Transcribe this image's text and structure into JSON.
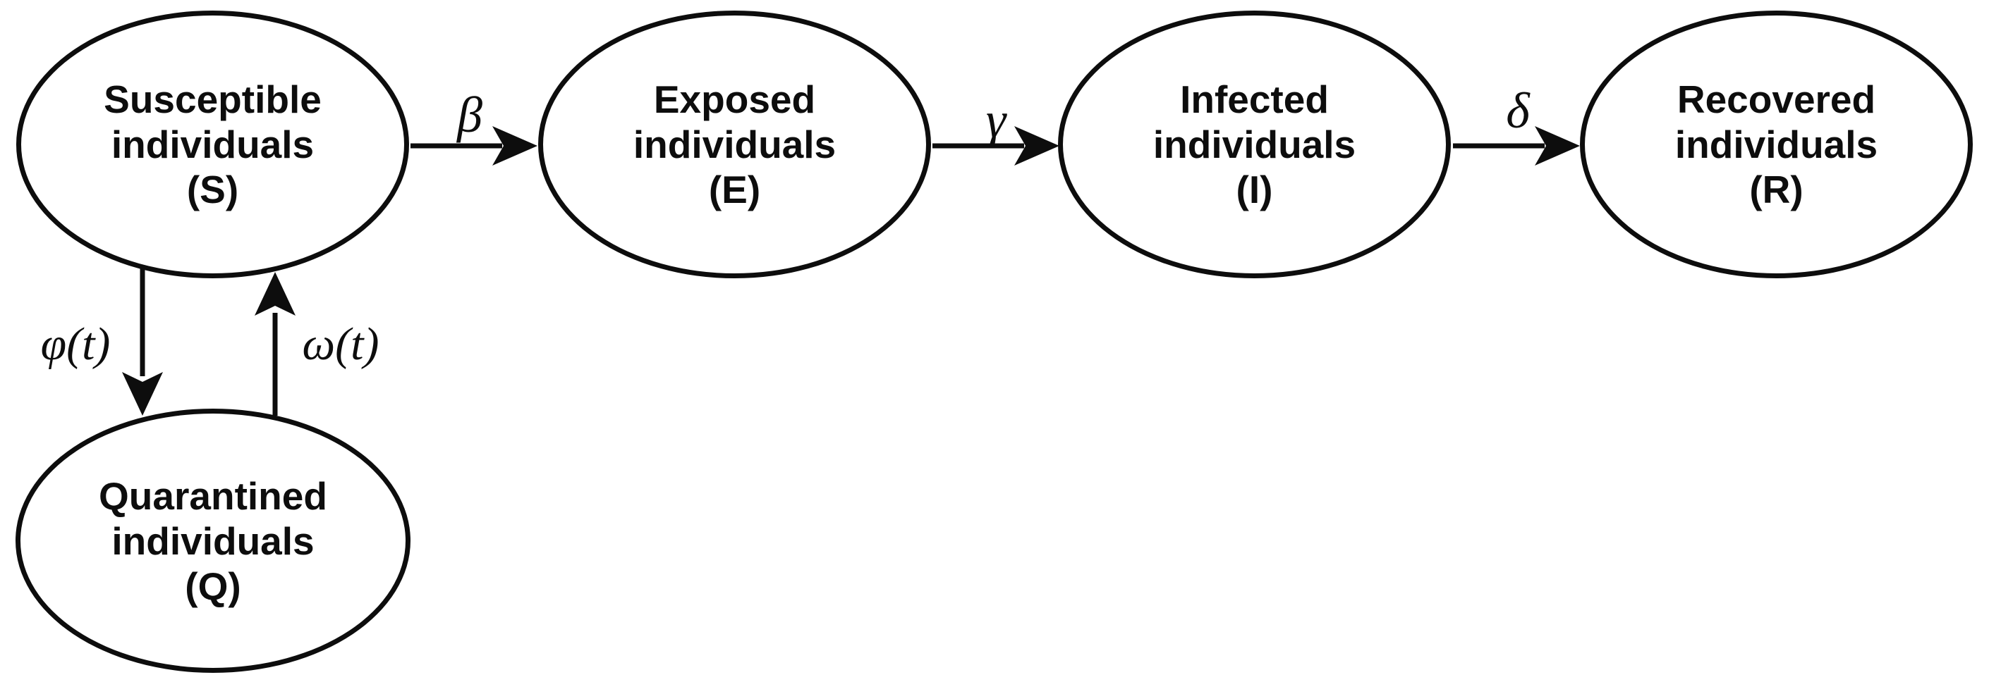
{
  "diagram": {
    "nodes": [
      {
        "id": "S",
        "lines": [
          "Susceptible",
          "individuals",
          "(S)"
        ]
      },
      {
        "id": "E",
        "lines": [
          "Exposed",
          "individuals",
          "(E)"
        ]
      },
      {
        "id": "I",
        "lines": [
          "Infected",
          "individuals",
          "(I)"
        ]
      },
      {
        "id": "R",
        "lines": [
          "Recovered",
          "individuals",
          "(R)"
        ]
      },
      {
        "id": "Q",
        "lines": [
          "Quarantined",
          "individuals",
          "(Q)"
        ]
      }
    ],
    "edges": [
      {
        "from": "S",
        "to": "E",
        "label": "β"
      },
      {
        "from": "E",
        "to": "I",
        "label": "γ"
      },
      {
        "from": "I",
        "to": "R",
        "label": "δ"
      },
      {
        "from": "S",
        "to": "Q",
        "label": "φ(t)"
      },
      {
        "from": "Q",
        "to": "S",
        "label": "ω(t)"
      }
    ],
    "colors": {
      "ink": "#0d0d0d",
      "background": "#ffffff"
    }
  }
}
